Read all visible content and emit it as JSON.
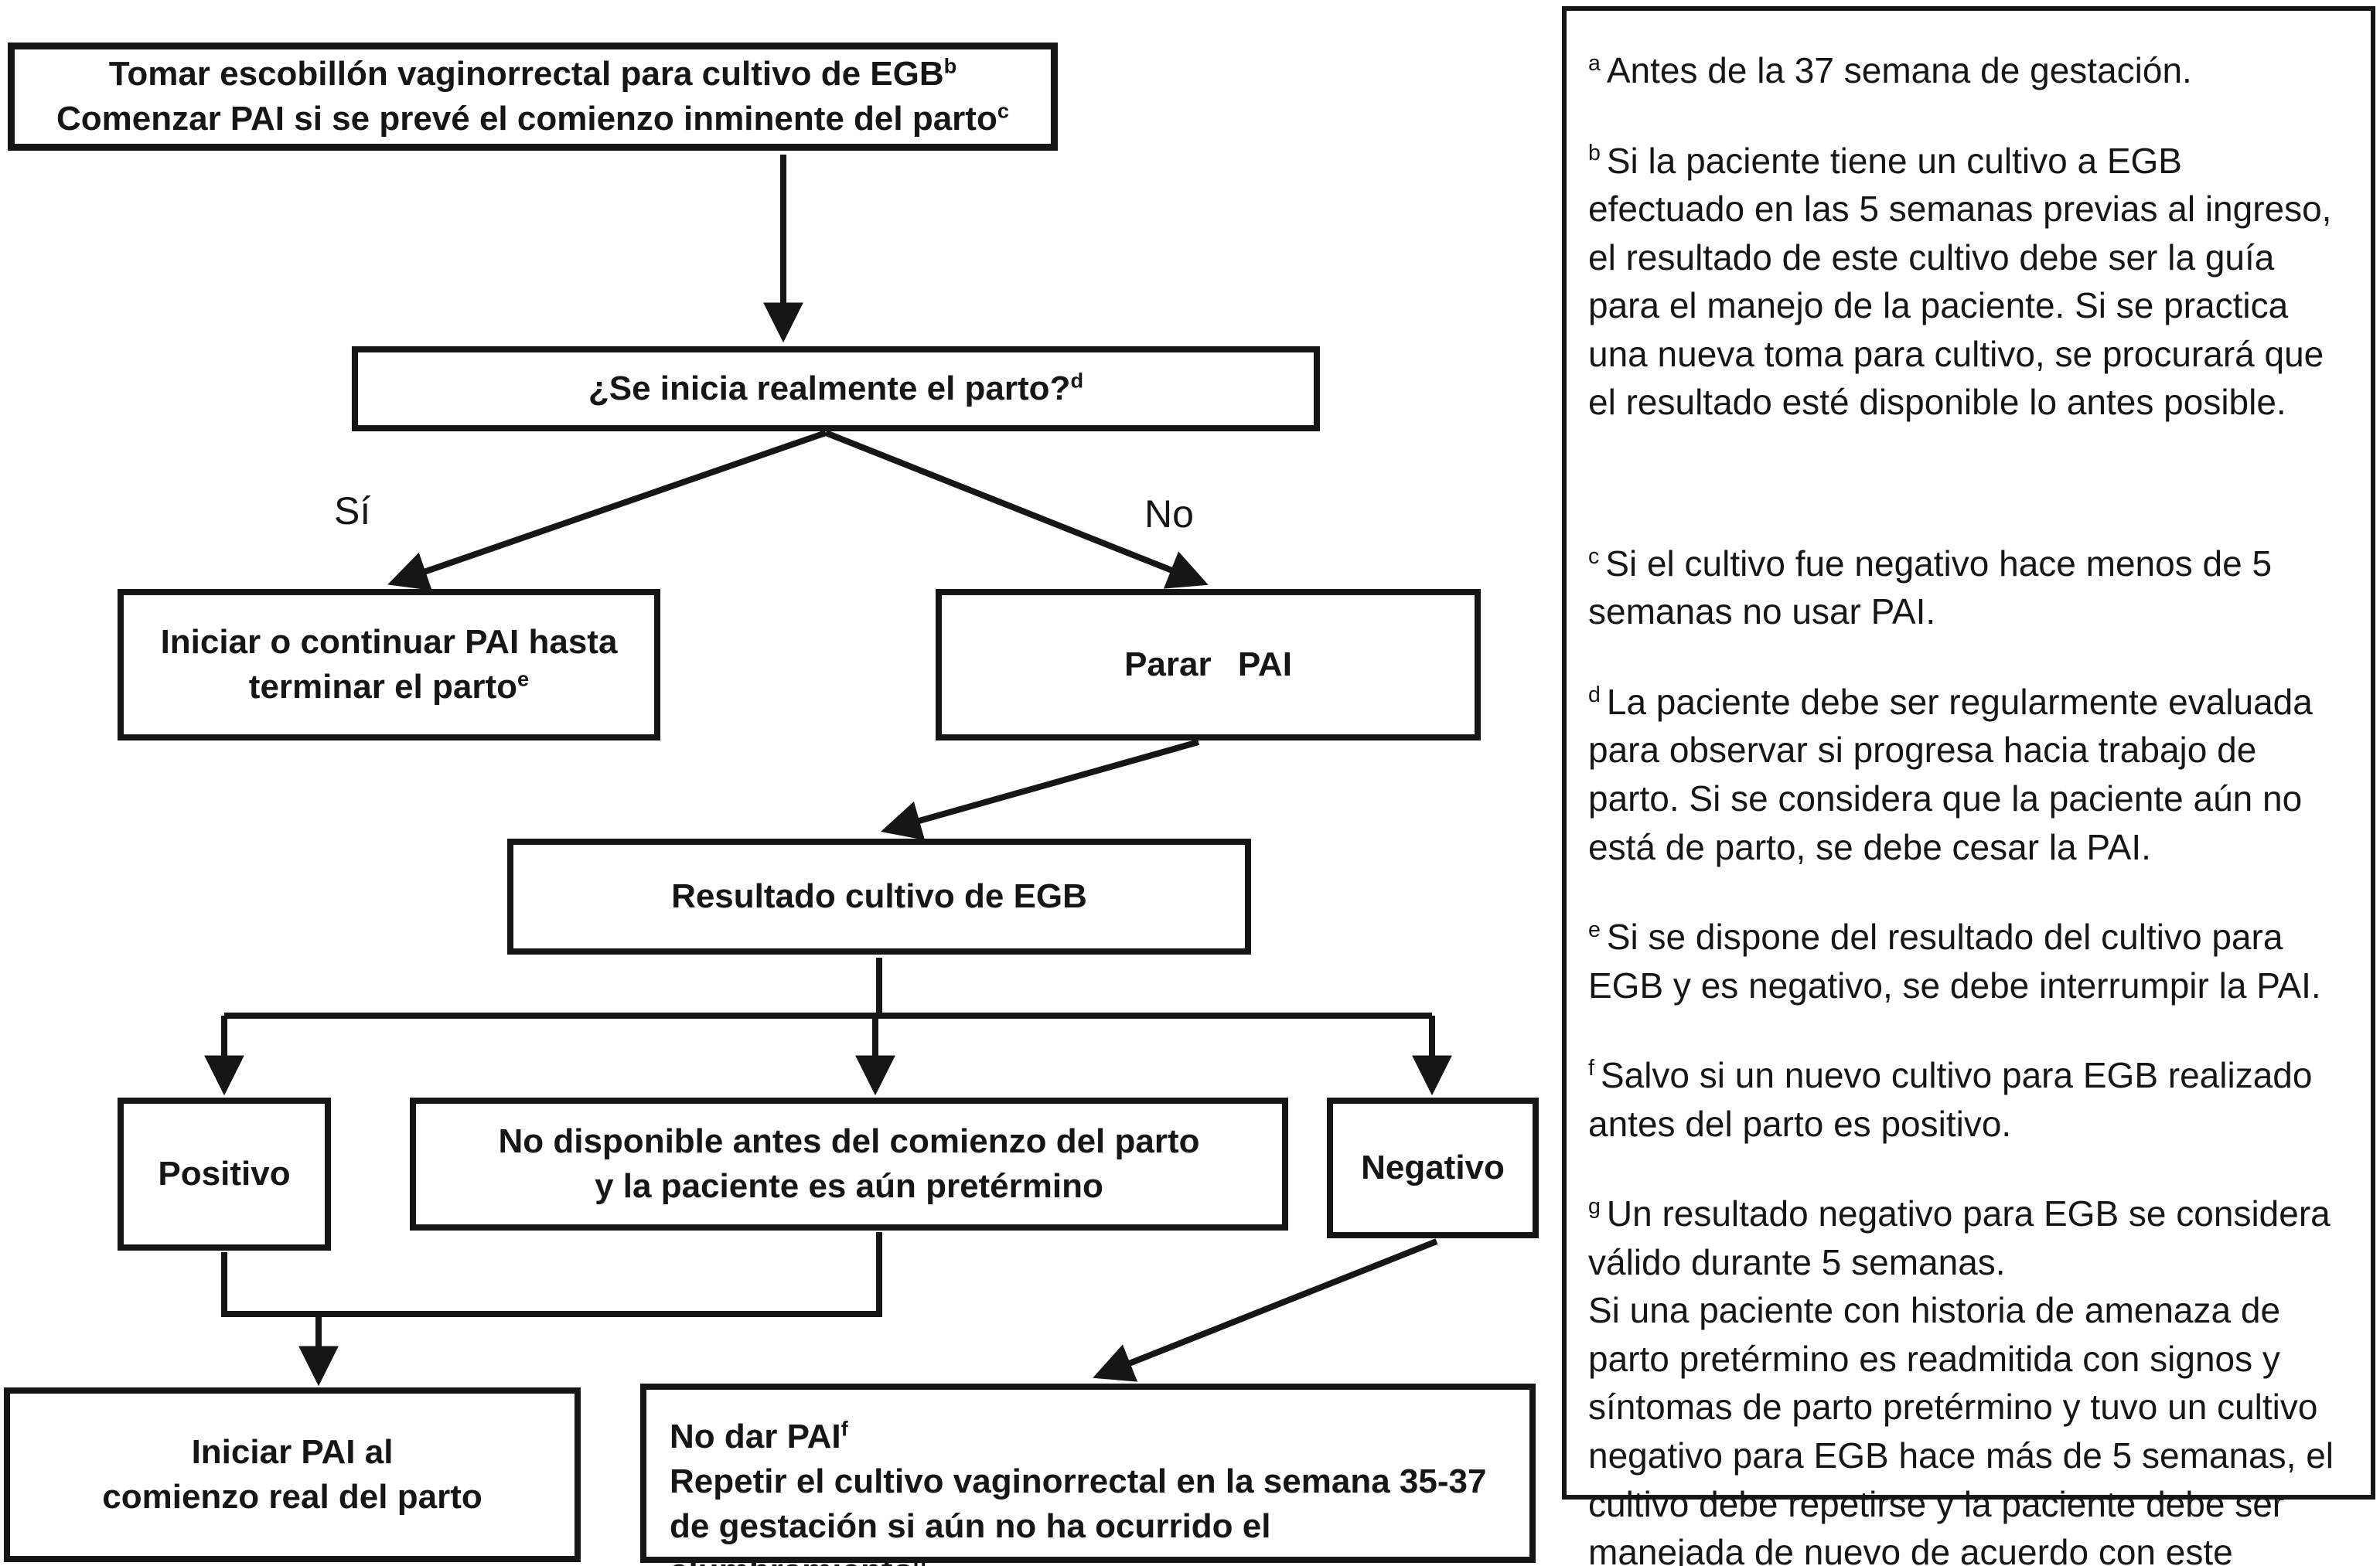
{
  "colors": {
    "ink": "#161616",
    "background": "#ffffff"
  },
  "flowchart": {
    "top_box": {
      "line1": "Tomar escobillón vaginorrectal para cultivo de EGB",
      "sup1": "b",
      "line2": "Comenzar PAI si se prevé el comienzo inminente del parto",
      "sup2": "c"
    },
    "decision_box": {
      "text": "¿Se inicia realmente el parto?",
      "sup": "d"
    },
    "labels": {
      "yes": "Sí",
      "no": "No"
    },
    "yes_box": {
      "line1": "Iniciar o continuar PAI hasta",
      "line2": "terminar el parto",
      "sup": "e"
    },
    "no_box": {
      "text": "Parar PAI"
    },
    "result_box": {
      "text": "Resultado cultivo de EGB"
    },
    "positive_box": {
      "text": "Positivo"
    },
    "notavail_box": {
      "line1": "No disponible antes del comienzo del parto",
      "line2": "y la paciente es aún pretérmino"
    },
    "negative_box": {
      "text": "Negativo"
    },
    "start_pai_box": {
      "line1": "Iniciar PAI al",
      "line2": "comienzo real del parto"
    },
    "no_pai_box": {
      "line1": "No dar PAI",
      "sup1": "f",
      "line2": "Repetir el cultivo vaginorrectal en la semana 35-37",
      "line3": "de gestación si aún no ha ocurrido el",
      "line4": "alumbramiento",
      "sup4": "g"
    }
  },
  "footnotes": [
    {
      "marker": "a",
      "lines": [
        "Antes de la 37 semana de gestación."
      ]
    },
    {
      "marker": "b",
      "lines": [
        "Si la paciente tiene un cultivo a EGB efectuado en las 5 semanas previas al ingreso, el resultado de este cultivo debe ser la guía para el manejo de la paciente. Si se practica una nueva toma para cultivo, se procurará que el resultado esté disponible lo antes posible."
      ]
    },
    {
      "marker": "c",
      "lines": [
        "Si el cultivo fue negativo hace menos de 5 semanas no usar PAI."
      ]
    },
    {
      "marker": "d",
      "lines": [
        "La paciente debe ser regularmente evaluada para observar si progresa hacia trabajo de parto. Si se considera que la paciente aún no está de parto, se debe cesar la PAI."
      ]
    },
    {
      "marker": "e",
      "lines": [
        "Si se dispone del resultado del cultivo para EGB y es negativo, se debe interrumpir la PAI."
      ]
    },
    {
      "marker": "f",
      "lines": [
        "Salvo si un nuevo cultivo para EGB realizado antes del parto es positivo."
      ]
    },
    {
      "marker": "g",
      "lines": [
        "Un resultado negativo para EGB se considera válido durante 5 semanas.",
        "Si una paciente con historia de amenaza de parto pretérmino es readmitida con signos y síntomas de parto pretérmino y tuvo un cultivo negativo para EGB hace más de 5 semanas, el cultivo debe repetirse y la paciente debe ser manejada de nuevo de acuerdo con este algoritmo."
      ]
    }
  ]
}
